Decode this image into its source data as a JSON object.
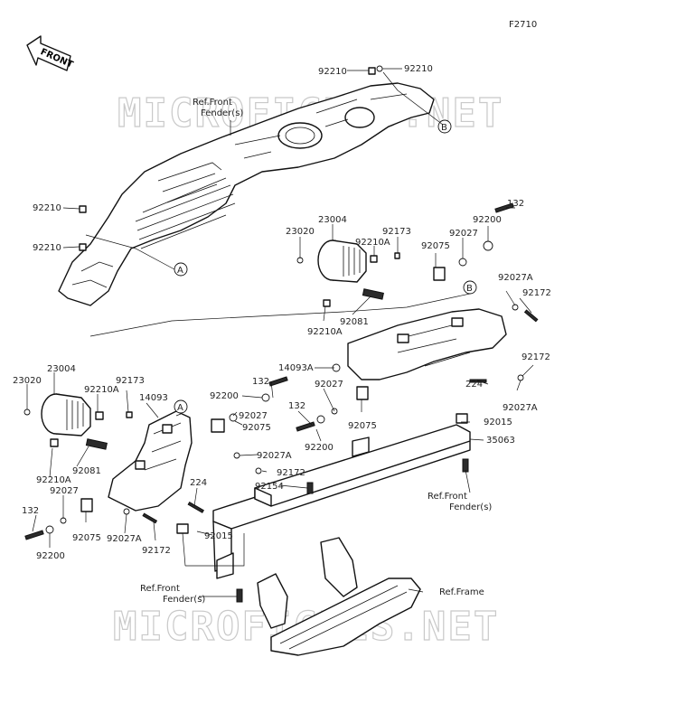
{
  "figure_code": "F2710",
  "front_arrow": "FRONT",
  "watermark": "MICROFICHES.NET",
  "ref_labels": {
    "front_fender_top": "Ref.Front\nFender(s)",
    "front_fender_right": "Ref.Front\nFender(s)",
    "front_fender_bottom": "Ref.Front\nFender(s)",
    "frame": "Ref.Frame"
  },
  "callout_letters": [
    "A",
    "B"
  ],
  "part_numbers": {
    "p92210_a": "92210",
    "p92210_b": "92210",
    "p92210_c": "92210",
    "p92210_d": "92210",
    "p23020_r": "23020",
    "p23004_r": "23004",
    "p92210A_r1": "92210A",
    "p92173_r": "92173",
    "p92075_r1": "92075",
    "p92027_r1": "92027",
    "p92200_r1": "92200",
    "p132_r1": "132",
    "p92027A_r1": "92027A",
    "p92172_r1": "92172",
    "p92210A_r2": "92210A",
    "p92081_r": "92081",
    "p14093A": "14093A",
    "p132_r2": "132",
    "p92200_r2": "92200",
    "p92027_r2": "92027",
    "p132_r3": "132",
    "p92200_r3": "92200",
    "p92075_r2": "92075",
    "p224_r": "224",
    "p92027A_r2": "92027A",
    "p92172_r2": "92172",
    "p92015_r": "92015",
    "p35063": "35063",
    "p23020_l": "23020",
    "p23004_l": "23004",
    "p92173_l": "92173",
    "p92210A_l1": "92210A",
    "p14093": "14093",
    "p92027_l1": "92027",
    "p92075_l1": "92075",
    "p92027A_l1": "92027A",
    "p92172_l1": "92172",
    "p92210A_l2": "92210A",
    "p92081_l": "92081",
    "p92027_l2": "92027",
    "p132_l": "132",
    "p92075_l2": "92075",
    "p92200_l": "92200",
    "p92027A_l2": "92027A",
    "p92172_l2": "92172",
    "p224_l": "224",
    "p92154": "92154",
    "p92015_l": "92015"
  }
}
